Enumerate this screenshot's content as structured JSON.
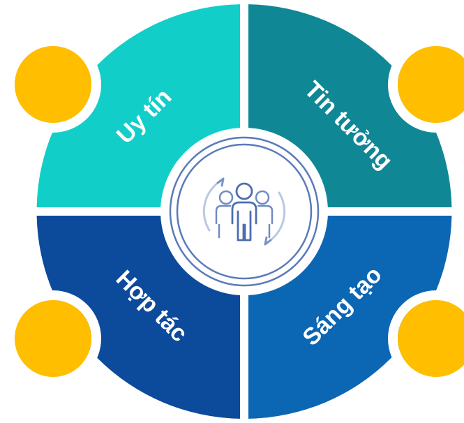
{
  "quadrants": [
    {
      "label": "Uy tín",
      "color": "#12cec8"
    },
    {
      "label": "Tin tưởng",
      "color": "#108795"
    },
    {
      "label": "Hợp tác",
      "color": "#0c4a9c"
    },
    {
      "label": "Sáng tạo",
      "color": "#0b66b4"
    }
  ],
  "accent_color": "#ffbf00",
  "center": {
    "icon": "team-cycle-icon",
    "ring_color": "#5a7ab9",
    "fill_color": "#ffffff"
  }
}
